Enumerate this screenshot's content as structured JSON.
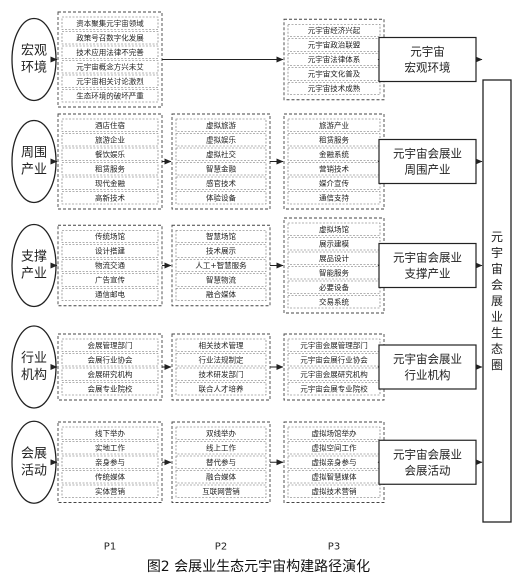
{
  "caption": "图2 会展业生态元宇宙构建路径演化",
  "phases": [
    "P1",
    "P2",
    "P3"
  ],
  "ecosystem_label": "元宇宙会展业生态圈",
  "rows": [
    {
      "category": "宏观环境",
      "p1": [
        "资本聚集元宇宙领域",
        "政策号召数字化发展",
        "技术应用法律不完善",
        "元宇宙概念方兴未艾",
        "元宇宙相关讨论激烈",
        "生态环境的破坏严重"
      ],
      "p2": [],
      "p3": [
        "元宇宙经济兴起",
        "元宇宙政治联盟",
        "元宇宙法律体系",
        "元宇宙文化普及",
        "元宇宙技术成熟"
      ],
      "result": [
        "元宇宙",
        "宏观环境"
      ]
    },
    {
      "category": "周围产业",
      "p1": [
        "酒店住宿",
        "旅游企业",
        "餐饮娱乐",
        "租赁服务",
        "现代金融",
        "高新技术"
      ],
      "p2": [
        "虚拟旅游",
        "虚拟娱乐",
        "虚拟社交",
        "智慧金融",
        "感官技术",
        "体验设备"
      ],
      "p3": [
        "旅游产业",
        "租赁服务",
        "金融系统",
        "营销技术",
        "媒介宣传",
        "通信支持"
      ],
      "result": [
        "元宇宙会展业",
        "周围产业"
      ]
    },
    {
      "category": "支撑产业",
      "p1": [
        "传统场馆",
        "设计搭建",
        "物流交通",
        "广告宣传",
        "通信邮电"
      ],
      "p2": [
        "智慧场馆",
        "技术展示",
        "人工+智慧服务",
        "智慧物流",
        "融合媒体"
      ],
      "p3": [
        "虚拟场馆",
        "展示建模",
        "展品设计",
        "智能服务",
        "必要设备",
        "交易系统"
      ],
      "result": [
        "元宇宙会展业",
        "支撑产业"
      ]
    },
    {
      "category": "行业机构",
      "p1": [
        "会展管理部门",
        "会展行业协会",
        "会展研究机构",
        "会展专业院校"
      ],
      "p2": [
        "相关技术管理",
        "行业法规制定",
        "技术研发部门",
        "联合人才培养"
      ],
      "p3": [
        "元宇宙会展管理部门",
        "元宇宙会展行业协会",
        "元宇宙会展研究机构",
        "元宇宙会展专业院校"
      ],
      "result": [
        "元宇宙会展业",
        "行业机构"
      ]
    },
    {
      "category": "会展活动",
      "p1": [
        "线下举办",
        "实地工作",
        "亲身参与",
        "传统媒体",
        "实体营销"
      ],
      "p2": [
        "双线举办",
        "线上工作",
        "替代参与",
        "融合媒体",
        "互联网营销"
      ],
      "p3": [
        "虚拟场馆举办",
        "虚拟空间工作",
        "虚拟亲身参与",
        "虚拟智慧媒体",
        "虚拟技术营销"
      ],
      "result": [
        "元宇宙会展业",
        "会展活动"
      ]
    }
  ]
}
